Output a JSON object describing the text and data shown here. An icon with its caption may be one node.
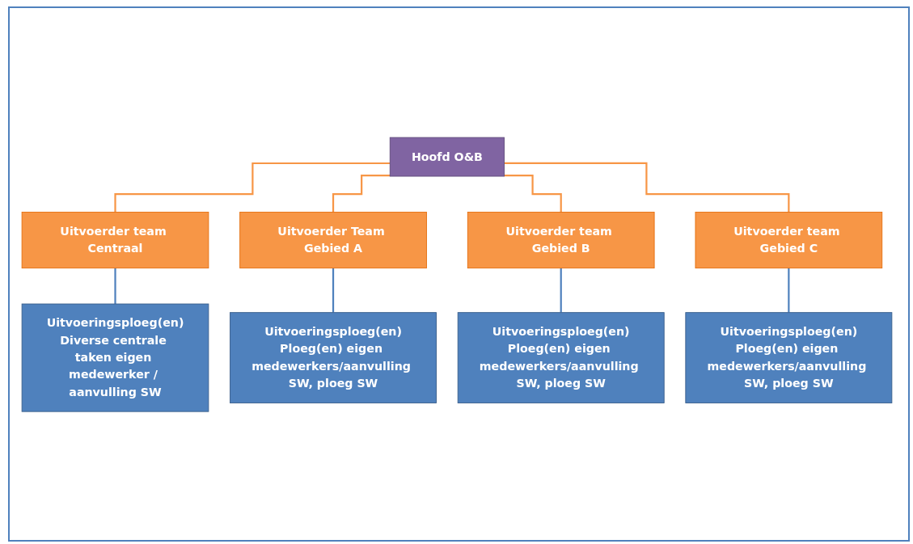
{
  "diagram": {
    "nodes": [
      {
        "text": [
          "Hoofd O&B"
        ]
      },
      {
        "text": [
          "Uitvoerder team Centraal"
        ]
      },
      {
        "text": [
          "Uitvoerder Team Gebied A"
        ]
      },
      {
        "text": [
          "Uitvoerder team Gebied B"
        ]
      },
      {
        "text": [
          "Uitvoerder team Gebied C"
        ]
      },
      {
        "text": [
          "Uitvoeringsploeg(en)",
          "Diverse centrale taken eigen medewerker / aanvulling SW"
        ]
      },
      {
        "text": [
          "Uitvoeringsploeg(en)",
          "Ploeg(en) eigen medewerkers/aanvulling SW, ploeg SW"
        ]
      },
      {
        "text": [
          "Uitvoeringsploeg(en)",
          "Ploeg(en) eigen medewerkers/aanvulling SW, ploeg SW"
        ]
      },
      {
        "text": [
          "Uitvoeringsploeg(en)",
          "Ploeg(en) eigen medewerkers/aanvulling SW, ploeg SW"
        ]
      }
    ],
    "edges": [
      {
        "from": 0,
        "to": 1,
        "arrow": "none",
        "color": "#f79646"
      },
      {
        "from": 0,
        "to": 2,
        "arrow": "none",
        "color": "#f79646"
      },
      {
        "from": 0,
        "to": 3,
        "arrow": "none",
        "color": "#f79646"
      },
      {
        "from": 0,
        "to": 4,
        "arrow": "none",
        "color": "#f79646"
      },
      {
        "from": 1,
        "to": 5,
        "arrow": "none",
        "color": "#4f81bd"
      },
      {
        "from": 2,
        "to": 6,
        "arrow": "none",
        "color": "#4f81bd"
      },
      {
        "from": 3,
        "to": 7,
        "arrow": "none",
        "color": "#4f81bd"
      },
      {
        "from": 4,
        "to": 8,
        "arrow": "none",
        "color": "#4f81bd"
      }
    ]
  }
}
